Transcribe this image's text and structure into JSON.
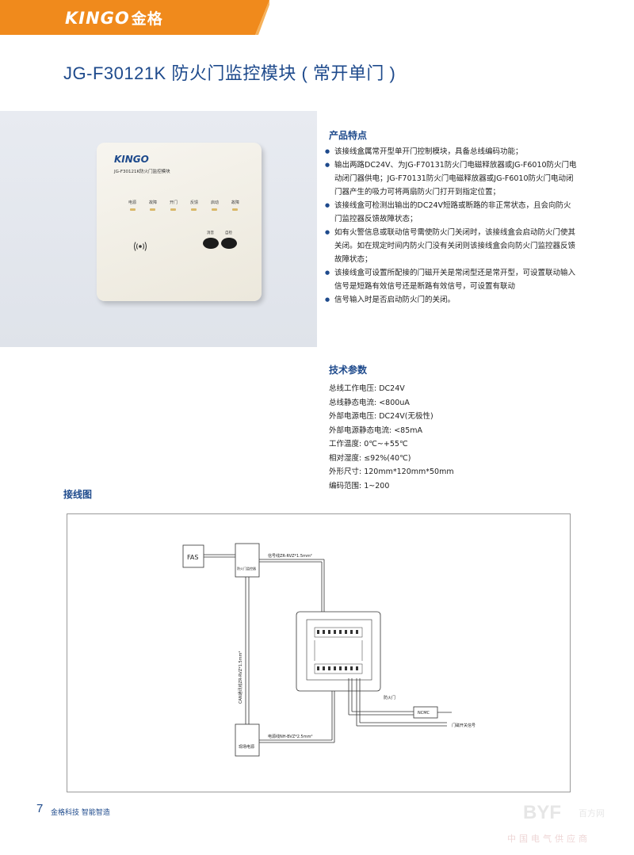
{
  "header": {
    "brand": "KINGO",
    "brand_cn": "金格",
    "accent_color": "#f08a1c"
  },
  "page_title": "JG-F30121K 防火门监控模块 ( 常开单门 )",
  "product_image": {
    "logo": "KINGO",
    "model_label": "JG-F30121K防火门监控模块",
    "leds": [
      "电源",
      "故障",
      "开门",
      "反馈",
      "启动",
      "故障"
    ],
    "buttons": [
      "消音",
      "自检"
    ],
    "icon": "sound-wave-icon"
  },
  "features": {
    "title": "产品特点",
    "items": [
      "该接线盒属常开型单开门控制模块，具备总线编码功能；",
      "输出两路DC24V、为JG-F70131防火门电磁释放器或JG-F6010防火门电动闭门器供电；JG-F70131防火门电磁释放器或JG-F6010防火门电动闭门器产生的吸力可将两扇防火门打开到指定位置；",
      "该接线盒可检测出输出的DC24V短路或断路的非正常状态，且会向防火门监控器反馈故障状态；",
      "如有火警信息或联动信号需使防火门关闭时，该接线盒会启动防火门使其关闭。如在规定时间内防火门没有关闭则该接线盒会向防火门监控器反馈故障状态；",
      "该接线盒可设置所配接的门磁开关是常闭型还是常开型，可设置联动输入信号是短路有效信号还是断路有效信号，可设置有联动",
      "信号输入时是否启动防火门的关闭。"
    ]
  },
  "specs": {
    "title": "技术参数",
    "items": [
      "总线工作电压:  DC24V",
      "总线静态电流:  <800uA",
      "外部电源电压:  DC24V(无极性)",
      "外部电源静态电流:  <85mA",
      "工作温度:  0℃~+55℃",
      "相对湿度:  ≤92%(40℃)",
      "外形尺寸:  120mm*120mm*50mm",
      "编码范围:  1~200"
    ]
  },
  "wiring": {
    "title": "接线图",
    "fas": "FAS",
    "monitor": "防火门监控器",
    "power": "现场电源",
    "can_bus": "CAN通讯线ZR-RVZ*1.5mm²",
    "signal_line": "信号线ZR-RVZ*1.5mm²",
    "power_line": "电源线NH-BVZ*2.5mm²",
    "door": "防火门",
    "ncnc": "NCMC",
    "door_switch": "门磁开关信号"
  },
  "footer": {
    "page_number": "7",
    "text": "金格科技  智能智造"
  },
  "watermark": {
    "logo": "BYF",
    "cn": "百方网",
    "sub": "中国电气供应商"
  }
}
